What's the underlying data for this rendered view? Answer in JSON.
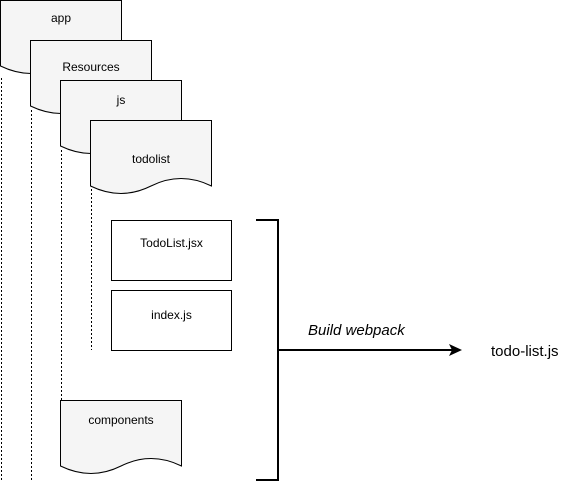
{
  "nodes": {
    "app": "app",
    "resources": "Resources",
    "js": "js",
    "todolist": "todolist",
    "todolist_jsx": "TodoList.jsx",
    "index_js": "index.js",
    "components": "components"
  },
  "edge": {
    "label": "Build webpack"
  },
  "output": {
    "label": "todo-list.js"
  },
  "colors": {
    "doc_fill": "#f5f5f5",
    "stroke": "#000000"
  }
}
